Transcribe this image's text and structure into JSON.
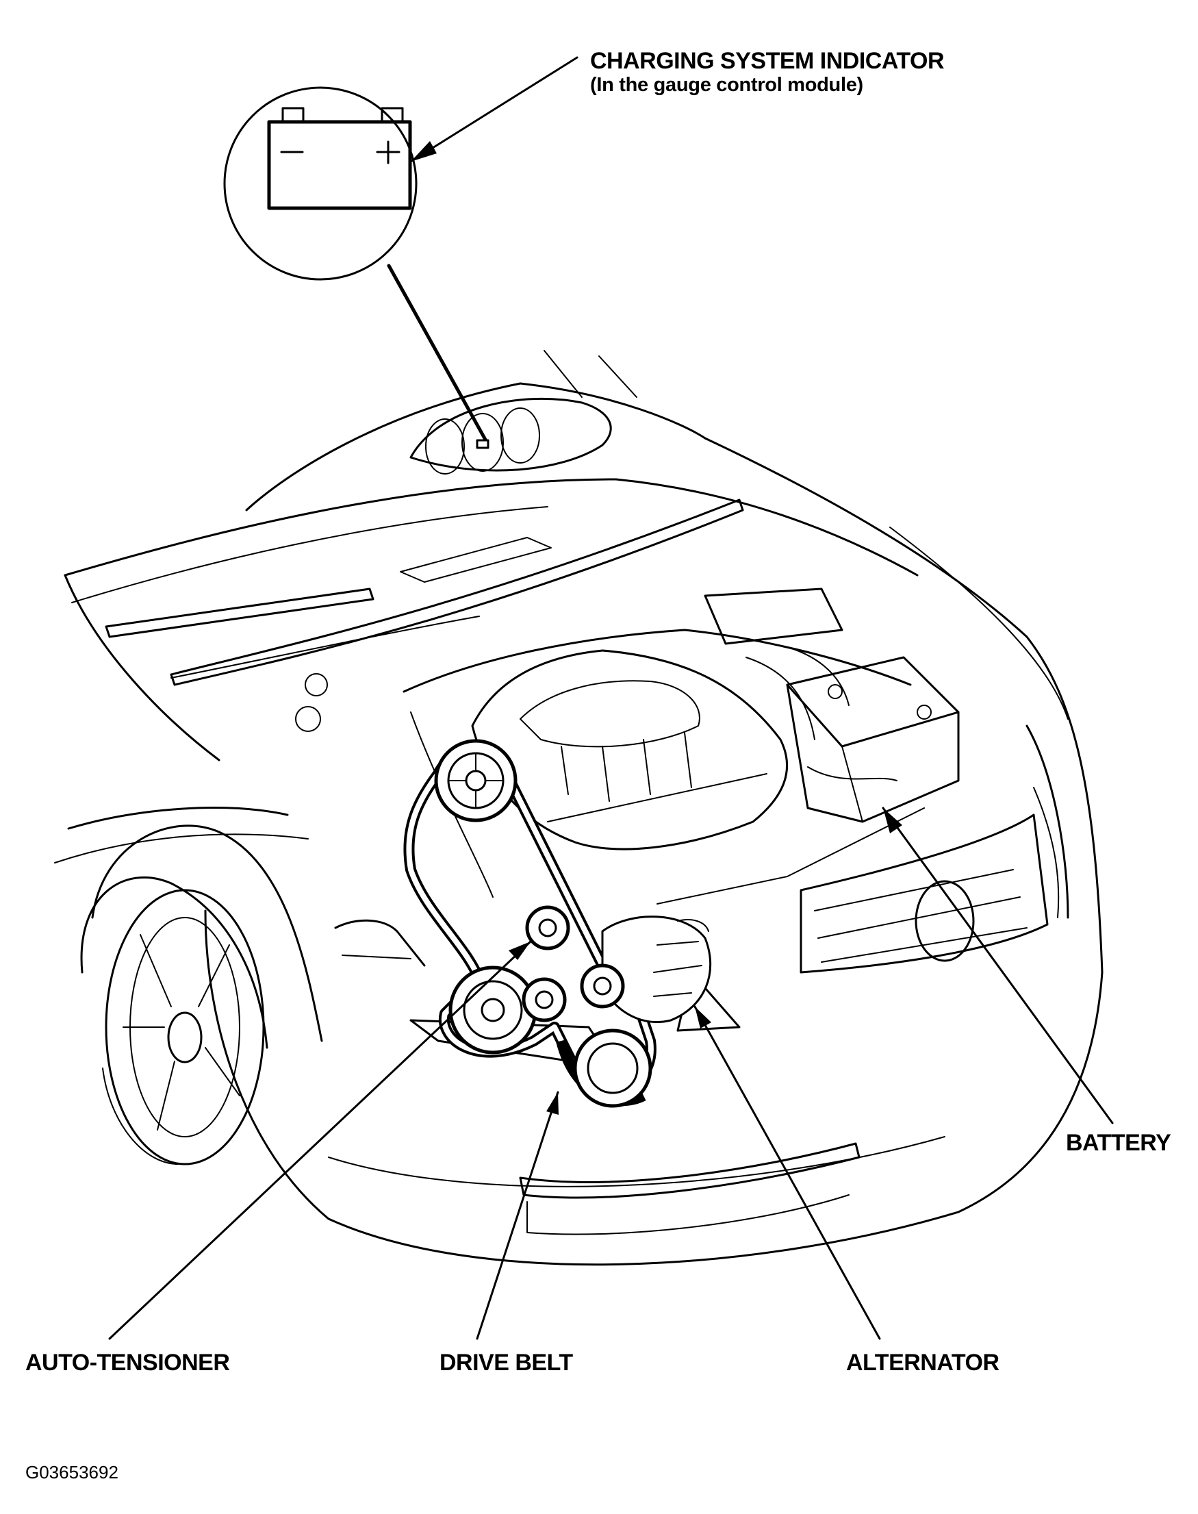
{
  "labels": {
    "indicator_title": "CHARGING SYSTEM INDICATOR",
    "indicator_subtitle": "(In the gauge control module)",
    "battery": "BATTERY",
    "auto_tensioner": "AUTO-TENSIONER",
    "drive_belt": "DRIVE BELT",
    "alternator": "ALTERNATOR",
    "figure_id": "G03653692"
  },
  "indicator_icon": {
    "minus_symbol": "−",
    "plus_symbol": "+"
  },
  "colors": {
    "ink": "#000000",
    "background": "#ffffff"
  }
}
